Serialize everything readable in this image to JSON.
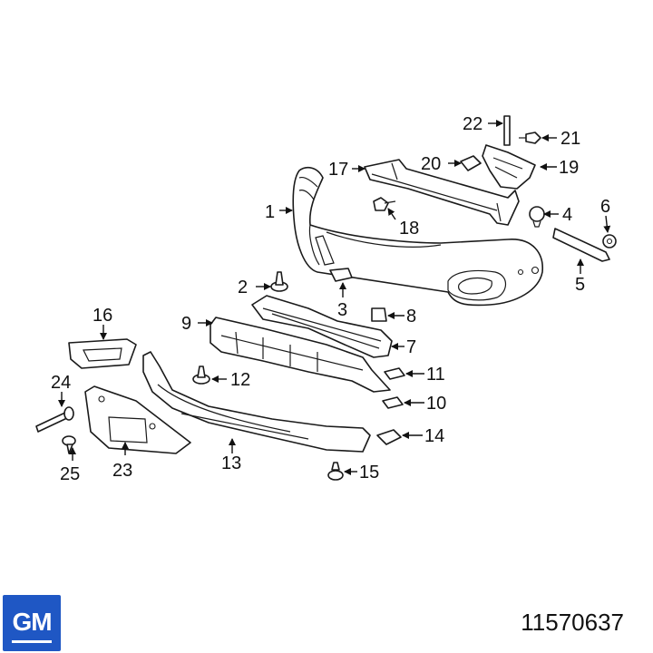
{
  "diagram": {
    "callouts": [
      "1",
      "2",
      "3",
      "4",
      "5",
      "6",
      "7",
      "8",
      "9",
      "10",
      "11",
      "12",
      "13",
      "14",
      "15",
      "16",
      "17",
      "18",
      "19",
      "20",
      "21",
      "22",
      "23",
      "24",
      "25"
    ]
  },
  "logo": {
    "text": "GM",
    "color": "#1f57c4"
  },
  "part_number": "11570637"
}
